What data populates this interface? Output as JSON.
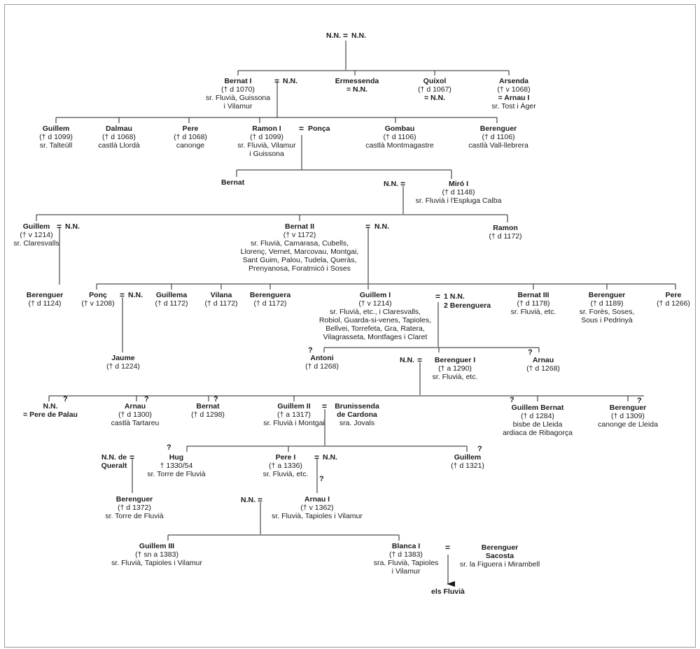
{
  "people": {
    "root_a": "N.N.",
    "root_b": "N.N.",
    "bernat1": {
      "name": "Bernat I",
      "lines": [
        "(† d 1070)",
        "sr. Fluvià, Guissona",
        "i Vilamur"
      ]
    },
    "bernat1_spouse": "N.N.",
    "ermessenda": {
      "name": "Ermessenda",
      "spouse": "= N.N."
    },
    "quixol": {
      "name": "Quíxol",
      "lines": [
        "(† d 1067)",
        "= N.N."
      ]
    },
    "arsenda": {
      "name": "Arsenda",
      "lines": [
        "(† v 1068)",
        "= Arnau I",
        "sr. Tost i Àger"
      ]
    },
    "guillem_t": {
      "name": "Guillem",
      "lines": [
        "(† d 1099)",
        "sr. Talteüll"
      ]
    },
    "dalmau": {
      "name": "Dalmau",
      "lines": [
        "(† d 1068)",
        "castlà Llordà"
      ]
    },
    "pere_c": {
      "name": "Pere",
      "lines": [
        "(† d 1068)",
        "canonge"
      ]
    },
    "ramon1": {
      "name": "Ramon I",
      "lines": [
        "(† d 1099)",
        "sr. Fluvià, Vilamur",
        "i Guissona"
      ]
    },
    "ramon1_spouse": "Ponça",
    "gombau": {
      "name": "Gombau",
      "lines": [
        "(† d 1106)",
        "castlà Montmagastre"
      ]
    },
    "berenguer_vl": {
      "name": "Berenguer",
      "lines": [
        "(† d 1106)",
        "castlà Vall-llebrera"
      ]
    },
    "bernat_s": "Bernat",
    "miro_spouse": "N.N.",
    "miro1": {
      "name": "Miró I",
      "lines": [
        "(† d 1148)",
        "sr. Fluvià i l'Espluga Calba"
      ]
    },
    "guillem_c": {
      "name": "Guillem",
      "lines": [
        "(† v 1214)",
        "sr. Claresvalls"
      ]
    },
    "guillem_c_spouse": "N.N.",
    "bernat2": {
      "name": "Bernat II",
      "lines": [
        "(† v 1172)",
        "sr. Fluvià, Camarasa, Cubells,",
        "Llorenç, Vernet, Marcovau, Montgai,",
        "Sant Guim, Palou, Tudela, Queràs,",
        "Prenyanosa, Foratmicó i Soses"
      ]
    },
    "bernat2_spouse": "N.N.",
    "ramon_b": {
      "name": "Ramon",
      "lines": [
        "(† d 1172)"
      ]
    },
    "berenguer_1124": {
      "name": "Berenguer",
      "lines": [
        "(† d 1124)"
      ]
    },
    "ponc": {
      "name": "Ponç",
      "lines": [
        "(† v 1208)"
      ]
    },
    "ponc_spouse": "N.N.",
    "guillema": {
      "name": "Guillema",
      "lines": [
        "(† d 1172)"
      ]
    },
    "vilana": {
      "name": "Vilana",
      "lines": [
        "(† d 1172)"
      ]
    },
    "berenguera": {
      "name": "Berenguera",
      "lines": [
        "(† d 1172)"
      ]
    },
    "guillem1": {
      "name": "Guillem I",
      "lines": [
        "(† v 1214)",
        "sr. Fluvià, etc., i Claresvalls,",
        "Robiol, Guarda-si-venes, Tapioles,",
        "Bellvei, Torrefeta, Gra, Ratera,",
        "Vilagrasseta, Montfages i Claret"
      ]
    },
    "guillem1_spouse1": "1 N.N.",
    "guillem1_spouse2": "2 Berenguera",
    "bernat3": {
      "name": "Bernat III",
      "lines": [
        "(† d 1178)",
        "sr. Fluvià, etc."
      ]
    },
    "berenguer_1189": {
      "name": "Berenguer",
      "lines": [
        "(† d 1189)",
        "sr. Forès, Soses,",
        "Sous i Pedrinyà"
      ]
    },
    "pere_1266": {
      "name": "Pere",
      "lines": [
        "(† d 1266)"
      ]
    },
    "jaume": {
      "name": "Jaume",
      "lines": [
        "(† d 1224)"
      ]
    },
    "antoni": {
      "name": "Antoni",
      "lines": [
        "(† d 1268)"
      ]
    },
    "berenguer1_spouse": "N.N.",
    "berenguer1": {
      "name": "Berenguer I",
      "lines": [
        "(† a 1290)",
        "sr. Fluvià, etc."
      ]
    },
    "arnau_1268": {
      "name": "Arnau",
      "lines": [
        "(† d 1268)"
      ]
    },
    "nn_palau": {
      "name": "N.N.",
      "lines": [
        "= Pere de Palau"
      ]
    },
    "arnau_1300": {
      "name": "Arnau",
      "lines": [
        "(† d 1300)",
        "castlà Tartareu"
      ]
    },
    "bernat_1298": {
      "name": "Bernat",
      "lines": [
        "(† d 1298)"
      ]
    },
    "guillem2": {
      "name": "Guillem II",
      "lines": [
        "(† a 1317)",
        "sr. Fluvià i Montgai"
      ]
    },
    "brunissenda": {
      "name": "Brunissenda",
      "name2": "de Cardona",
      "lines": [
        "sra. Jovals"
      ]
    },
    "guillem_bernat": {
      "name": "Guillem Bernat",
      "lines": [
        "(† d 1284)",
        "bisbe de Lleida",
        "ardiaca de Ribagorça"
      ]
    },
    "berenguer_1309": {
      "name": "Berenguer",
      "lines": [
        "(† d 1309)",
        "canonge de Lleida"
      ]
    },
    "nn_queralt": {
      "name": "N.N. de",
      "name2": "Queralt"
    },
    "hug": {
      "name": "Hug",
      "lines": [
        "† 1330/54",
        "sr. Torre de Fluvià"
      ]
    },
    "pere1": {
      "name": "Pere I",
      "lines": [
        "(† a 1336)",
        "sr. Fluvià, etc."
      ]
    },
    "pere1_spouse": "N.N.",
    "guillem_1321": {
      "name": "Guillem",
      "lines": [
        "(† d 1321)"
      ]
    },
    "berenguer_1372": {
      "name": "Berenguer",
      "lines": [
        "(† d 1372)",
        "sr. Torre de Fluvià"
      ]
    },
    "arnau1_spouse": "N.N.",
    "arnau1": {
      "name": "Arnau I",
      "lines": [
        "(† v 1362)",
        "sr. Fluvià, Tapioles i Vilamur"
      ]
    },
    "guillem3": {
      "name": "Guillem III",
      "lines": [
        "(† sn a 1383)",
        "sr. Fluvià, Tapioles i Vilamur"
      ]
    },
    "blanca1": {
      "name": "Blanca I",
      "lines": [
        "(† d 1383)",
        "sra. Fluvià, Tapioles",
        "i Vilamur"
      ]
    },
    "berenguer_sacosta": {
      "name": "Berenguer",
      "name2": "Sacosta",
      "lines": [
        "sr. la Figuera i Mirambell"
      ]
    },
    "els_fluvia": "els Fluvià"
  },
  "marks": {
    "eq": "=",
    "q": "?"
  }
}
